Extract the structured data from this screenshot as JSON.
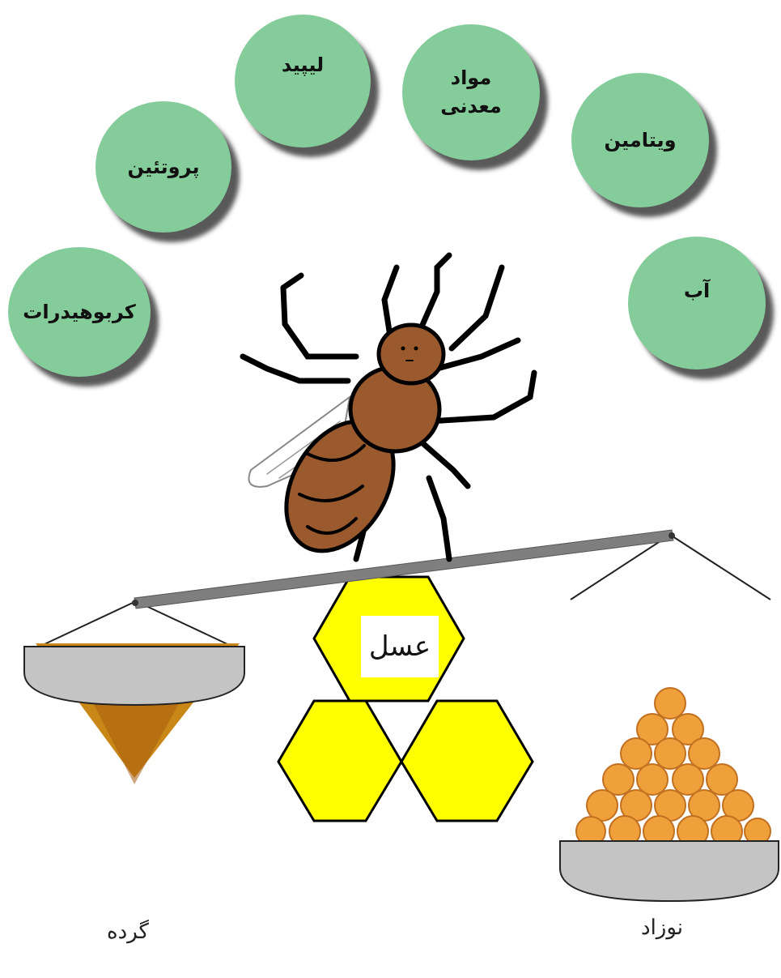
{
  "nutrients": [
    {
      "label": "کربوهیدرات"
    },
    {
      "label": "پروتئین"
    },
    {
      "label": "لیپید"
    },
    {
      "label": "مواد معدنی",
      "lines": [
        "مواد",
        "معدنی"
      ]
    },
    {
      "label": "ویتامین"
    },
    {
      "label": "آب"
    }
  ],
  "honeycomb": {
    "label": "عسل"
  },
  "left_pan": {
    "label": "گرده"
  },
  "right_pan": {
    "label": "نوزاد"
  },
  "colors": {
    "bubble": "#85cc9b",
    "hexagon": "#ffff00",
    "beam": "#7f7f7f",
    "pan": "#c4c4c4",
    "bee_body": "#9a5a2e"
  }
}
